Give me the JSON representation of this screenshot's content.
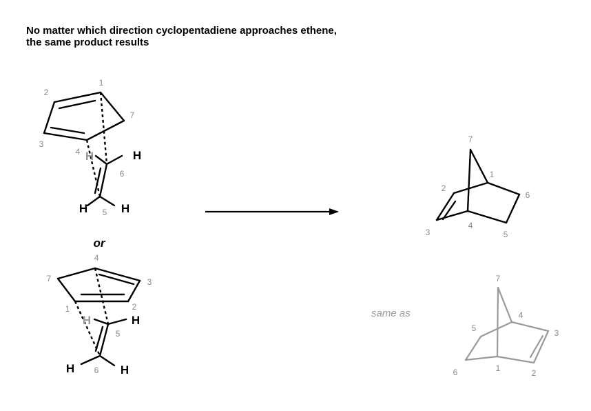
{
  "title": {
    "line1": "No matter which direction cyclopentadiene approaches ethene,",
    "line2": "the same product results"
  },
  "connector": "or",
  "same_as": "same as",
  "atoms": {
    "H": "H"
  },
  "top_reactant_numbers": [
    "1",
    "2",
    "3",
    "4",
    "5",
    "6",
    "7"
  ],
  "bottom_reactant_numbers": [
    "1",
    "2",
    "3",
    "4",
    "5",
    "6",
    "7"
  ],
  "product_numbers": [
    "1",
    "2",
    "3",
    "4",
    "5",
    "6",
    "7"
  ],
  "alt_product_numbers": [
    "1",
    "2",
    "3",
    "4",
    "5",
    "6",
    "7"
  ],
  "colors": {
    "bond": "#000000",
    "number": "#888888",
    "gray_structure": "#999999"
  }
}
